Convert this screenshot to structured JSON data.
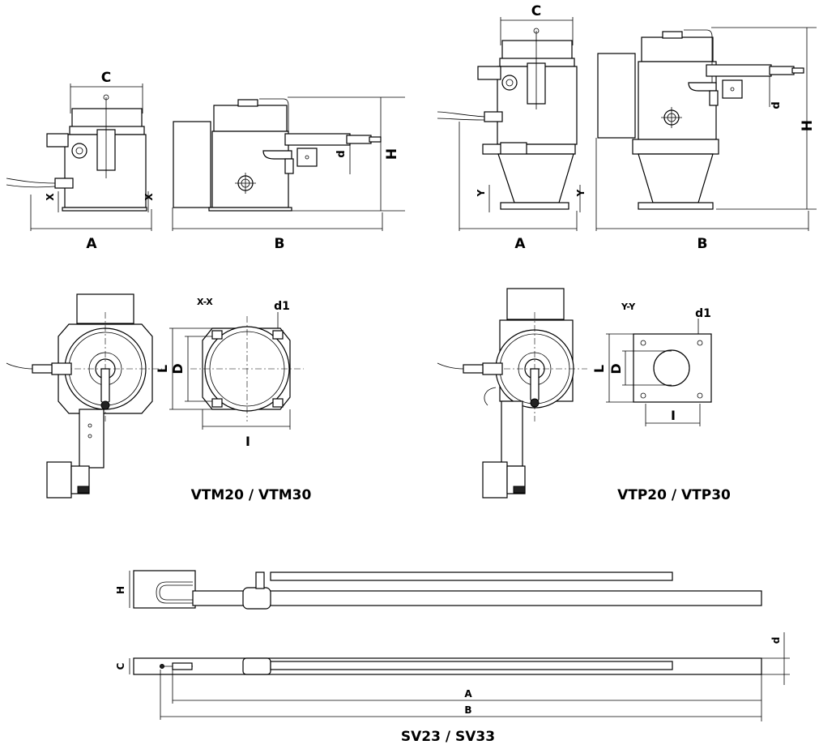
{
  "vtm": {
    "front": {
      "c": "C",
      "a": "A",
      "x_left": "X",
      "x_right": "X"
    },
    "side": {
      "b": "B",
      "h": "H",
      "d": "d"
    },
    "section": {
      "title": "X-X",
      "d1": "d1",
      "l": "L",
      "d_big": "D",
      "i": "I"
    },
    "model_label": "VTM20 / VTM30"
  },
  "vtp": {
    "front": {
      "c": "C",
      "a": "A",
      "y_left": "Y",
      "y_right": "Y"
    },
    "side": {
      "b": "B",
      "h": "H",
      "d": "d"
    },
    "section": {
      "title": "Y-Y",
      "d1": "d1",
      "l": "L",
      "d_big": "D",
      "i": "I"
    },
    "model_label": "VTP20 / VTP30"
  },
  "sv": {
    "h": "H",
    "c": "C",
    "d": "d",
    "a": "A",
    "b": "B",
    "model_label": "SV23 / SV33"
  }
}
